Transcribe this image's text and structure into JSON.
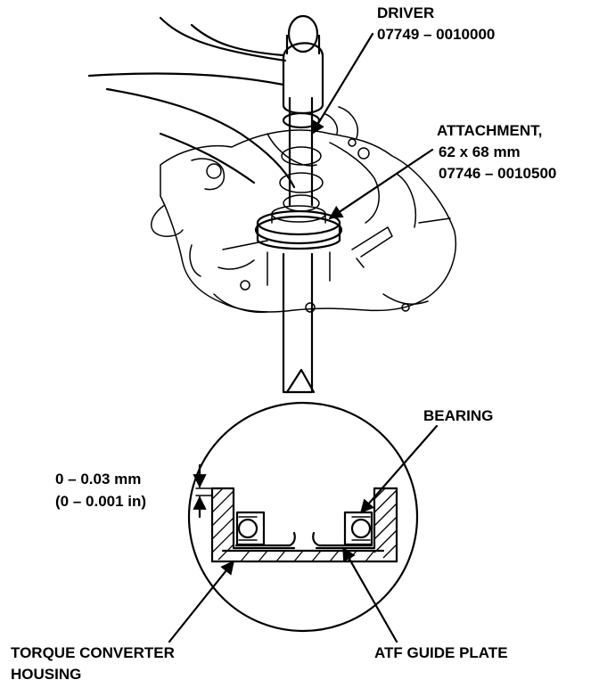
{
  "labels": {
    "driver_name": "DRIVER",
    "driver_part": "07749 – 0010000",
    "attachment_name": "ATTACHMENT,",
    "attachment_size": "62 x 68 mm",
    "attachment_part": "07746 – 0010500",
    "bearing": "BEARING",
    "clearance_mm": "0 – 0.03 mm",
    "clearance_in": "(0 – 0.001 in)",
    "housing_line1": "TORQUE CONVERTER",
    "housing_line2": "HOUSING",
    "guide_plate": "ATF GUIDE PLATE"
  }
}
